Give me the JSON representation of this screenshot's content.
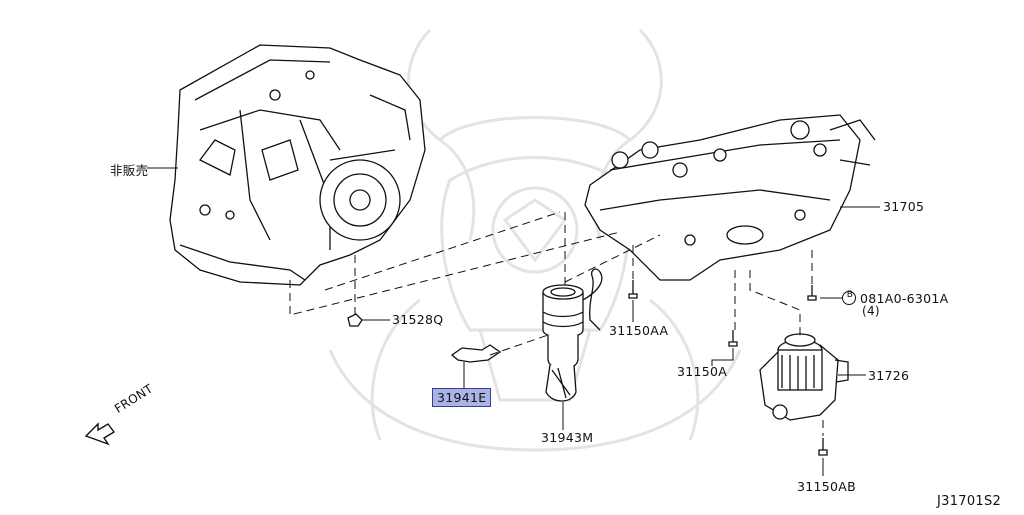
{
  "labels": {
    "not_for_sale": "非販売",
    "valve_body": "31705",
    "bolt_spec": "081A0-6301A",
    "bolt_circle": "B",
    "bolt_qty": "(4)",
    "seal_q": "31528Q",
    "bolt_aa": "31150AA",
    "bolt_a": "31150A",
    "pump": "31726",
    "bolt_ab": "31150AB",
    "harness_clip": "31941E",
    "sensor": "31943M",
    "front": "FRONT",
    "diagram_code": "J31701S2"
  },
  "highlight_color": "#aab3e6"
}
